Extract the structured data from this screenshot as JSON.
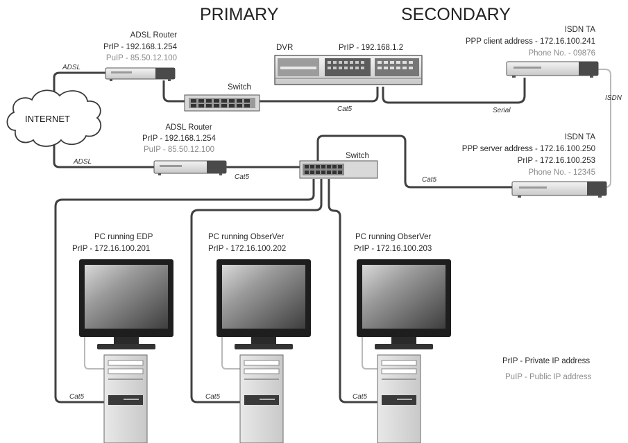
{
  "headings": {
    "primary": "PRIMARY",
    "secondary": "SECONDARY"
  },
  "internet": "INTERNET",
  "router_top": {
    "title": "ADSL Router",
    "private_ip": "PrIP - 192.168.1.254",
    "public_ip": "PuIP - 85.50.12.100"
  },
  "router_mid": {
    "title": "ADSL Router",
    "private_ip": "PrIP - 192.168.1.254",
    "public_ip": "PuIP - 85.50.12.100"
  },
  "dvr": {
    "title": "DVR",
    "private_ip": "PrIP - 192.168.1.2"
  },
  "isdn_client": {
    "title": "ISDN TA",
    "ppp": "PPP client address - 172.16.100.241",
    "phone": "Phone No. - 09876"
  },
  "isdn_server": {
    "title": "ISDN TA",
    "ppp": "PPP server address - 172.16.100.250",
    "private_ip": "PrIP - 172.16.100.253",
    "phone": "Phone No. - 12345"
  },
  "switch_labels": {
    "top": "Switch",
    "mid": "Switch"
  },
  "cable_labels": {
    "adsl_top": "ADSL",
    "adsl_mid": "ADSL",
    "cat5_dvr": "Cat5",
    "serial": "Serial",
    "isdn": "ISDN",
    "cat5_router": "Cat5",
    "cat5_isdn": "Cat5",
    "cat5_pc1": "Cat5",
    "cat5_pc2": "Cat5",
    "cat5_pc3": "Cat5"
  },
  "pcs": [
    {
      "name": "PC running EDP",
      "ip": "PrIP - 172.16.100.201"
    },
    {
      "name": "PC running ObserVer",
      "ip": "PrIP - 172.16.100.202"
    },
    {
      "name": "PC running ObserVer",
      "ip": "PrIP - 172.16.100.203"
    }
  ],
  "legend": {
    "private": "PrIP - Private IP address",
    "public": "PuIP - Public IP address"
  }
}
